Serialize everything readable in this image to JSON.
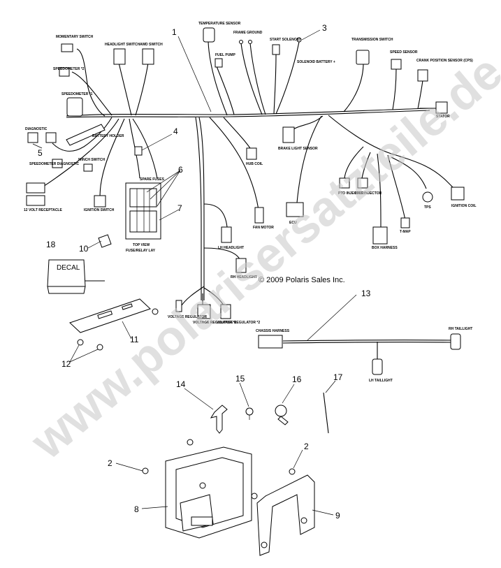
{
  "callouts": [
    "1",
    "2",
    "3",
    "4",
    "5",
    "6",
    "7",
    "8",
    "9",
    "10",
    "11",
    "12",
    "13",
    "14",
    "15",
    "16",
    "17",
    "18"
  ],
  "labels": {
    "momentary_switch": "MOMENTARY SWITCH",
    "speedometer_2": "SPEEDOMETER *2",
    "speedometer_1": "SPEEDOMETER *1",
    "headlight_switch": "HEADLIGHT SWITCH",
    "awd_switch": "AWD SWITCH",
    "temperature_sensor": "TEMPERATURE SENSOR",
    "fuel_pump": "FUEL PUMP",
    "frame_ground": "FRAME GROUND",
    "start_solenoid": "START SOLENOID",
    "solenoid_battery": "SOLENOID BATTERY +",
    "transmission_switch": "TRANSMISSION SWITCH",
    "speed_sensor": "SPEED SENSOR",
    "crank_position_sensor": "CRANK POSITION SENSOR (CPS)",
    "stator": "STATOR",
    "diagnostic": "DIAGNOSTIC",
    "battery_holder": "BATTERY HOLDER",
    "speedometer_diagnostic": "SPEEDOMETER DIAGNOSTIC",
    "winch_switch": "WINCH SWITCH",
    "twelve_volt_receptacle": "12 VOLT RECEPTACLE",
    "spare_fuses": "SPARE FUSES",
    "ignition_switch": "IGNITION SWITCH",
    "top_view": "TOP VIEW",
    "fuse_relay_lay": "FUSE/RELAY LAY",
    "hub_coil": "HUB COIL",
    "brake_light_sensor": "BRAKE LIGHT SENSOR",
    "pto_injector": "PTO INJECTOR",
    "mag_injector": "MAG INJECTOR",
    "tps": "TPS",
    "ignition_coil": "IGNITION COIL",
    "tmap": "T-MAP",
    "box_harness": "BOX HARNESS",
    "ecu": "ECU",
    "fan_motor": "FAN MOTOR",
    "lh_headlight": "LH HEADLIGHT",
    "rh_headlight": "RH HEADLIGHT",
    "voltage_regulator": "VOLTAGE REGULATOR",
    "voltage_regulator_1": "VOLTAGE REGULATOR *1",
    "voltage_regulator_2": "VOLTAGE REGULATOR *2",
    "chassis_harness": "CHASSIS HARNESS",
    "rh_taillight": "RH TAILLIGHT",
    "lh_taillight": "LH TAILLIGHT",
    "decal": "DECAL"
  },
  "copyright": "© 2009 Polaris Sales Inc.",
  "watermark": "www.polarisersatzteile.de",
  "colors": {
    "ink": "#000000",
    "paper": "#ffffff",
    "watermark": "#c8c8c8"
  }
}
